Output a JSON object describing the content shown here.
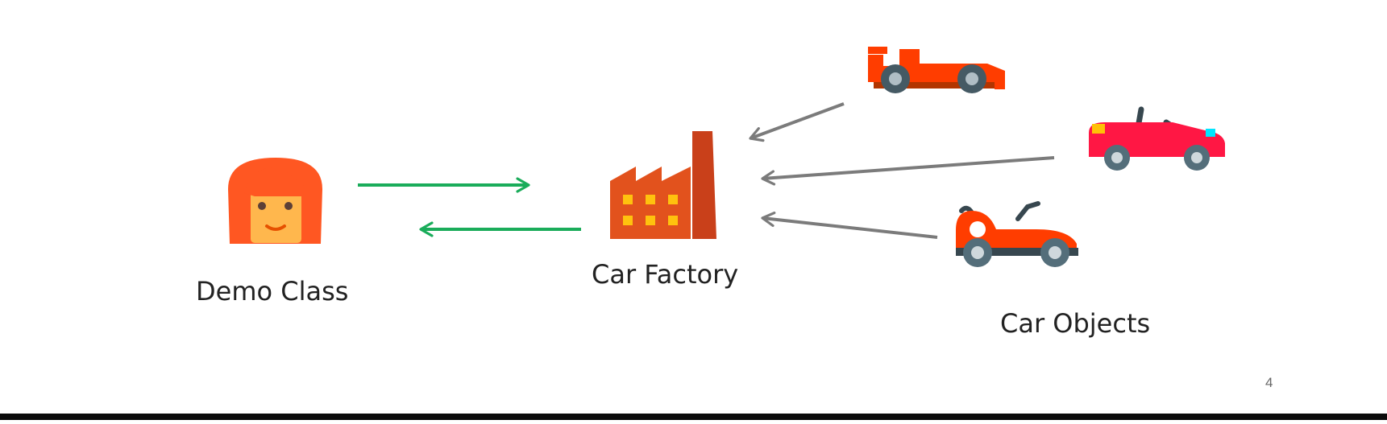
{
  "labels": {
    "demo_class": "Demo Class",
    "car_factory": "Car Factory",
    "car_objects": "Car Objects"
  },
  "page_number": "4",
  "colors": {
    "green_arrow": "#1aac5a",
    "gray_arrow": "#7b7b7b",
    "factory": "#e2521d",
    "factory_chimney": "#c9401a",
    "factory_windows": "#ffc20e",
    "person_hair": "#ff5722",
    "person_face": "#ffb74d",
    "race_car": "#ff3d00",
    "convertible": "#ff1744",
    "go_kart": "#ff3d00",
    "wheel": "#607d8b"
  },
  "icons": [
    "person-icon",
    "factory-icon",
    "race-car-icon",
    "convertible-car-icon",
    "go-kart-icon"
  ]
}
